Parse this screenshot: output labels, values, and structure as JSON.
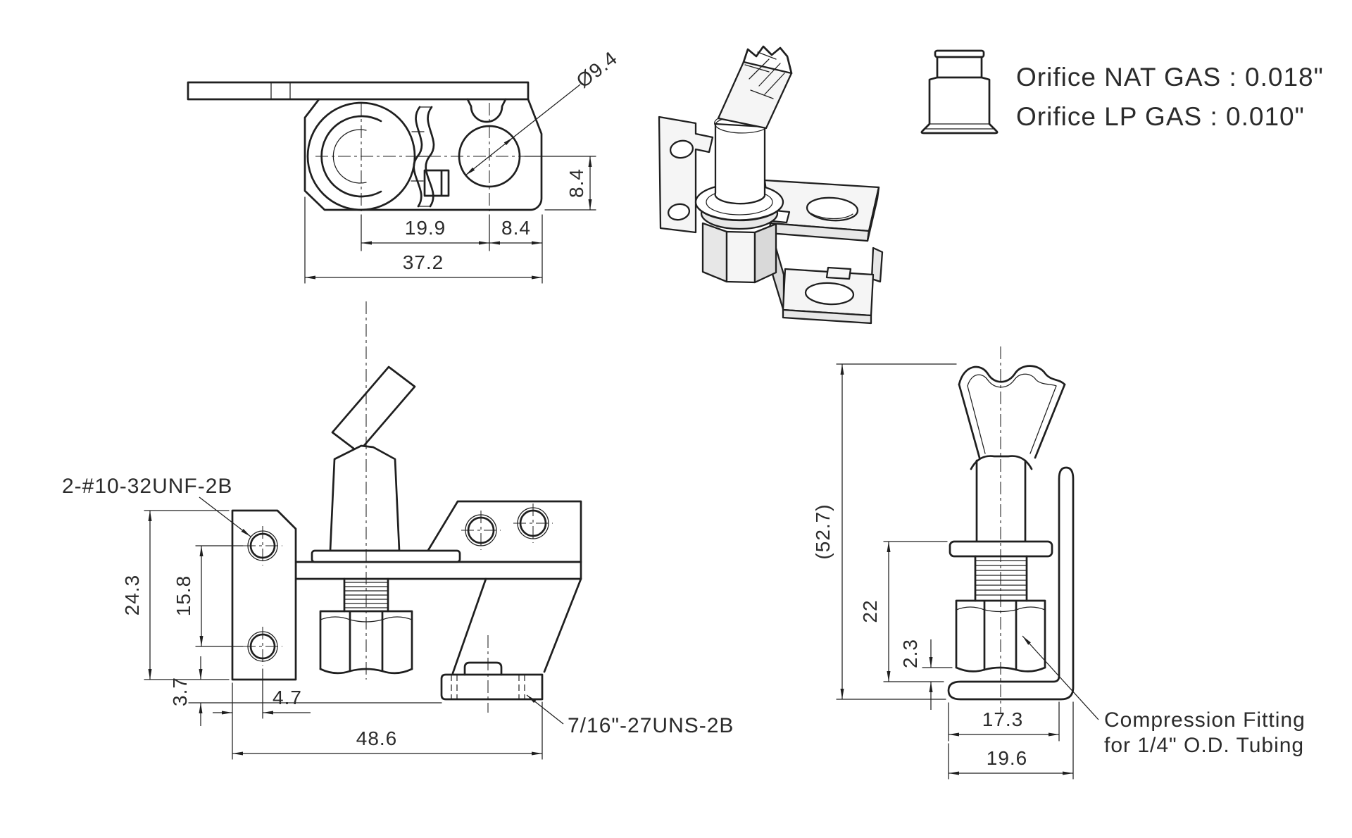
{
  "meta": {
    "background": "#ffffff",
    "line_color": "#1f1f1f",
    "text_color": "#2b2b2b"
  },
  "notes": {
    "orifice_nat": "Orifice NAT GAS : 0.018\"",
    "orifice_lp": "Orifice LP GAS : 0.010\"",
    "mount_holes": "2-#10-32UNF-2B",
    "stem_thread": "7/16\"-27UNS-2B",
    "compression_line1": "Compression Fitting",
    "compression_line2": "for 1/4\" O.D. Tubing"
  },
  "top_view": {
    "dim_hole_spacing": "19.9",
    "dim_hole_to_edge": "8.4",
    "dim_overall_width": "37.2",
    "dim_hole_dia": "Ø9.4",
    "dim_hole_to_bottom": "8.4"
  },
  "front_view": {
    "dim_plate_height": "24.3",
    "dim_hole_spacing": "15.8",
    "dim_bottom_offset": "3.7",
    "dim_hole_offset": "4.7",
    "dim_overall_width": "48.6"
  },
  "side_view": {
    "dim_overall_height": "(52.7)",
    "dim_body_height": "22",
    "dim_gap": "2.3",
    "dim_inner_width": "17.3",
    "dim_outer_width": "19.6"
  }
}
